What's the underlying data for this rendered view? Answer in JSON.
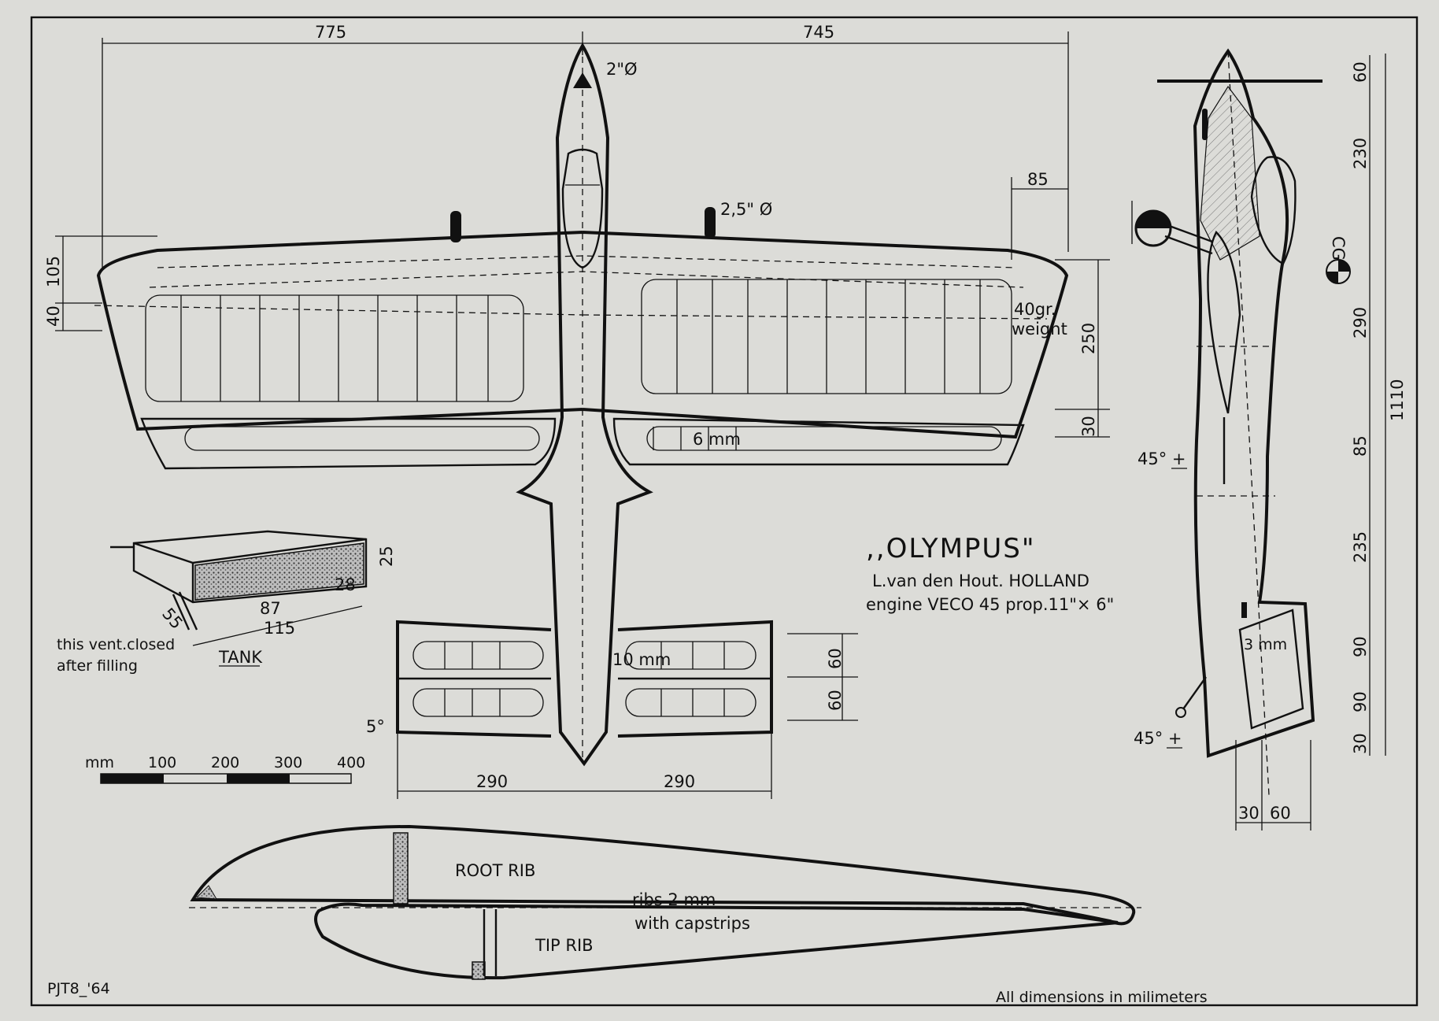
{
  "title": ",,OLYMPUS\"",
  "designer": "L.van den Hout.  HOLLAND",
  "engine_line": "engine  VECO 45  prop.11\"× 6\"",
  "footer_left": "PJT8_'64",
  "footer_right": "All dimensions in milimeters",
  "colors": {
    "ink": "#111111",
    "paper": "#dcdcd8",
    "hatch": "#888888"
  },
  "top_view": {
    "span_left": "775",
    "span_right": "745",
    "spinner": "2\"Ø",
    "wheel": "2,5\" Ø",
    "tip_offset": "85",
    "le_offset": "105",
    "root_offset": "40",
    "weight_label_1": "40gr.",
    "weight_label_2": "weight",
    "wing_chord": "250",
    "flap_chord": "30",
    "flap_label": "6 mm",
    "tail_label": "10 mm",
    "stab_chord": "60",
    "elev_chord": "60",
    "stab_angle": "5°",
    "stab_left": "290",
    "stab_right": "290"
  },
  "tank": {
    "label": "TANK",
    "h": "25",
    "d1": "28",
    "d2": "87",
    "d3": "115",
    "d4": "55",
    "note_1": "this vent.closed",
    "note_2": "after filling"
  },
  "scale_bar": {
    "unit": "mm",
    "ticks": [
      "100",
      "200",
      "300",
      "400"
    ]
  },
  "side_view": {
    "cg": "CG",
    "rudder_label": "3 mm",
    "angle_top": "45° +",
    "angle_bottom": "45° +",
    "v_dims": [
      "60",
      "230",
      "290",
      "85",
      "235",
      "90",
      "90",
      "30"
    ],
    "total": "1110",
    "bottom_1": "30",
    "bottom_2": "60"
  },
  "ribs": {
    "root": "ROOT RIB",
    "tip": "TIP RIB",
    "note_1": "ribs 2 mm",
    "note_2": "with capstrips"
  }
}
